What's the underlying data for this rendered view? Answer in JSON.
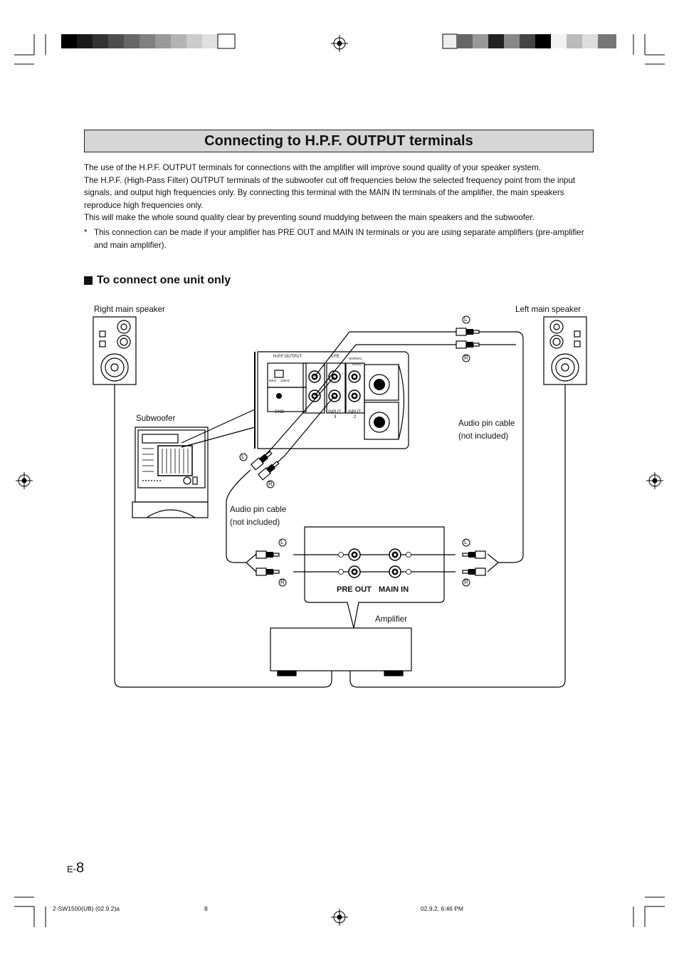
{
  "title": "Connecting to H.P.F. OUTPUT terminals",
  "intro": [
    "The use of the H.P.F. OUTPUT terminals for connections with the amplifier will improve sound quality of your speaker system.",
    "The H.P.F. (High-Pass Filter) OUTPUT terminals of the subwoofer cut off frequencies below the selected frequency point from the input signals, and output high frequencies only. By connecting this terminal with the MAIN IN terminals of the amplifier, the main speakers reproduce high frequencies only.",
    "This will make the whole sound quality clear by preventing sound muddying between the main speakers and the subwoofer."
  ],
  "note": {
    "marker": "*",
    "text": "This connection can be made if your amplifier has PRE OUT and MAIN IN terminals or you are using separate amplifiers (pre-amplifier and main amplifier)."
  },
  "subheading": "To connect one unit only",
  "diagram": {
    "right_main_speaker": "Right main speaker",
    "left_main_speaker": "Left main speaker",
    "subwoofer": "Subwoofer",
    "cable_right_line1": "Audio pin cable",
    "cable_right_line2": "(not included)",
    "cable_left_line1": "Audio pin cable",
    "cable_left_line2": "(not included)",
    "amplifier": "Amplifier",
    "pre_out": "PRE OUT",
    "main_in": "MAIN IN",
    "hpf_output": "H.P.F.OUTPUT",
    "lfe": "LFE",
    "normal": "NORMAL",
    "mono": "MONO",
    "freq_60": "60Hz",
    "freq_100": "100Hz",
    "gnd": "GND",
    "input3": "INPUT",
    "input3_num": "3",
    "input2": "INPUT",
    "input2_num": "2",
    "L": "L",
    "R": "R"
  },
  "page": {
    "prefix": "E-",
    "number": "8"
  },
  "footer": {
    "code": "2-SW1500(UB)   (02.9.2)a",
    "page": "8",
    "datetime": "02.9.2, 6:46 PM"
  },
  "colors": {
    "title_bg": "#d6d6d6",
    "ink": "#111111"
  }
}
